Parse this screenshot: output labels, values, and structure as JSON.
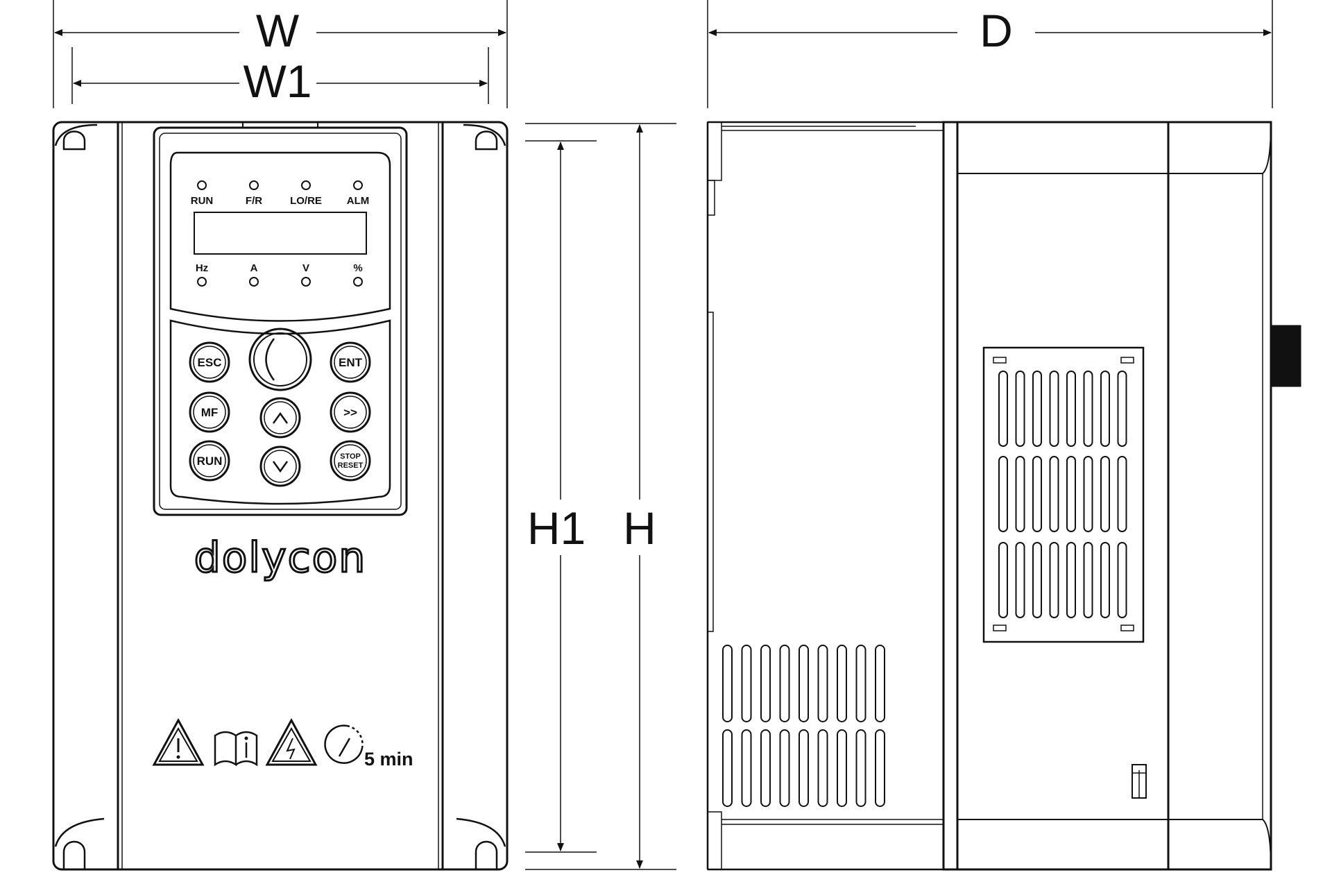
{
  "dimensions": {
    "width": "W",
    "width_inner": "W1",
    "depth": "D",
    "height_inner": "H1",
    "height": "H"
  },
  "keypad": {
    "status_leds": [
      "RUN",
      "F/R",
      "LO/RE",
      "ALM"
    ],
    "unit_leds": [
      "Hz",
      "A",
      "V",
      "%"
    ],
    "buttons": {
      "esc": "ESC",
      "ent": "ENT",
      "mf": "MF",
      "shift": ">>",
      "run": "RUN",
      "stop_line1": "STOP",
      "stop_line2": "RESET"
    }
  },
  "brand": "dolycon",
  "warning": {
    "discharge_time": "5 min"
  },
  "icons": [
    "warning-triangle-icon",
    "manual-info-icon",
    "high-voltage-icon",
    "timer-icon",
    "up-arrow-icon",
    "down-arrow-icon",
    "knob-icon"
  ]
}
